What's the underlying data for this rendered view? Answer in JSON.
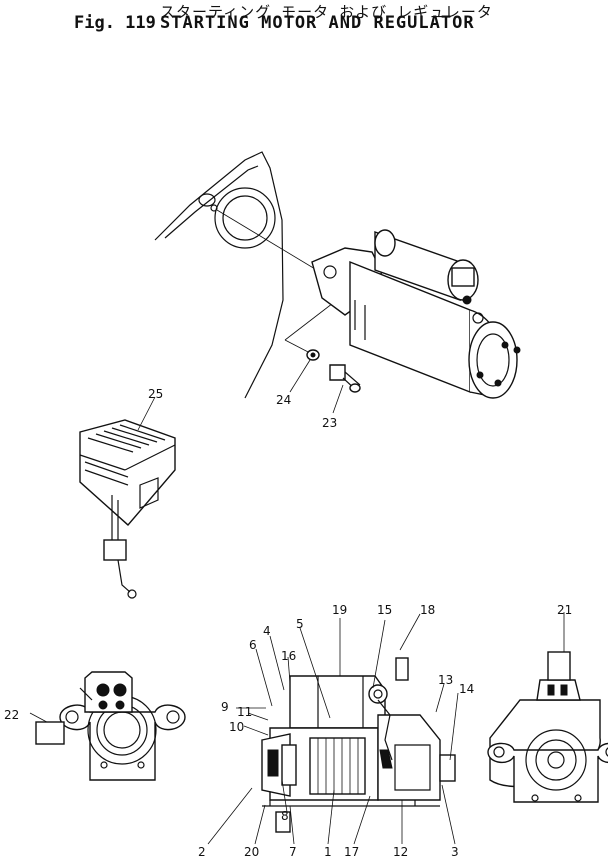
{
  "figure": {
    "japanese_title": "スターティング モータ および レギュレータ",
    "figure_number": "Fig. 119",
    "title": "STARTING MOTOR AND REGULATOR"
  },
  "callouts": [
    {
      "id": "c25",
      "text": "25"
    },
    {
      "id": "c24",
      "text": "24"
    },
    {
      "id": "c23",
      "text": "23"
    },
    {
      "id": "c19",
      "text": "19"
    },
    {
      "id": "c15",
      "text": "15"
    },
    {
      "id": "c18",
      "text": "18"
    },
    {
      "id": "c21",
      "text": "21"
    },
    {
      "id": "c4",
      "text": "4"
    },
    {
      "id": "c5",
      "text": "5"
    },
    {
      "id": "c6",
      "text": "6"
    },
    {
      "id": "c16",
      "text": "16"
    },
    {
      "id": "c13",
      "text": "13"
    },
    {
      "id": "c14",
      "text": "14"
    },
    {
      "id": "c9",
      "text": "9"
    },
    {
      "id": "c11",
      "text": "11"
    },
    {
      "id": "c10",
      "text": "10"
    },
    {
      "id": "c22",
      "text": "22"
    },
    {
      "id": "c8",
      "text": "8"
    },
    {
      "id": "c2",
      "text": "2"
    },
    {
      "id": "c20",
      "text": "20"
    },
    {
      "id": "c7",
      "text": "7"
    },
    {
      "id": "c1",
      "text": "1"
    },
    {
      "id": "c17",
      "text": "17"
    },
    {
      "id": "c12",
      "text": "12"
    },
    {
      "id": "c3",
      "text": "3"
    }
  ]
}
